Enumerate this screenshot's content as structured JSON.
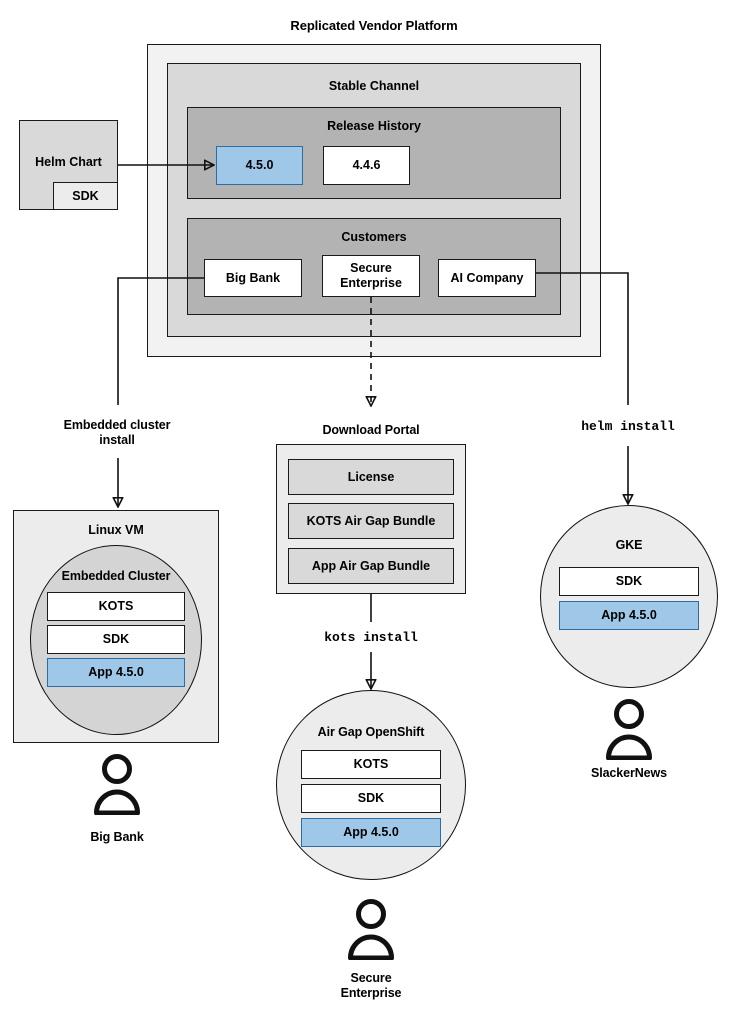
{
  "title": "Replicated Vendor Platform",
  "platform": {
    "channel": {
      "label": "Stable Channel",
      "release_history": {
        "label": "Release History",
        "releases": [
          {
            "version": "4.5.0",
            "state": "current",
            "color": "#9fc8e8"
          },
          {
            "version": "4.4.6",
            "state": "previous",
            "color": "#ffffff"
          }
        ]
      },
      "customers": {
        "label": "Customers",
        "items": [
          {
            "name": "Big Bank"
          },
          {
            "name": "Secure\nEnterprise",
            "line1": "Secure",
            "line2": "Enterprise"
          },
          {
            "name": "AI Company"
          }
        ]
      }
    }
  },
  "helm_chart": {
    "label": "Helm Chart",
    "sdk_label": "SDK"
  },
  "download_portal": {
    "label": "Download Portal",
    "artifacts": [
      {
        "label": "License"
      },
      {
        "label": "KOTS Air Gap Bundle"
      },
      {
        "label": "App Air Gap Bundle"
      }
    ]
  },
  "install_paths": {
    "embedded": {
      "line1": "Embedded cluster",
      "line2": "install",
      "mono": false
    },
    "kots": {
      "label": "kots install",
      "mono": true
    },
    "helm": {
      "label": "helm install",
      "mono": true
    }
  },
  "targets": {
    "linux_vm": {
      "label": "Linux VM",
      "cluster_label": "Embedded Cluster",
      "components": [
        {
          "label": "KOTS",
          "color": "#ffffff"
        },
        {
          "label": "SDK",
          "color": "#ffffff"
        },
        {
          "label": "App 4.5.0",
          "color": "#9fc8e8"
        }
      ],
      "actor": "Big Bank"
    },
    "air_gap_openshift": {
      "label": "Air Gap OpenShift",
      "components": [
        {
          "label": "KOTS",
          "color": "#ffffff"
        },
        {
          "label": "SDK",
          "color": "#ffffff"
        },
        {
          "label": "App 4.5.0",
          "color": "#9fc8e8"
        }
      ],
      "actor_line1": "Secure",
      "actor_line2": "Enterprise"
    },
    "gke": {
      "label": "GKE",
      "components": [
        {
          "label": "SDK",
          "color": "#ffffff"
        },
        {
          "label": "App 4.5.0",
          "color": "#9fc8e8"
        }
      ],
      "actor": "SlackerNews"
    }
  },
  "colors": {
    "accent_blue_fill": "#9fc8e8",
    "accent_blue_border": "#2e6ca4",
    "accent_blue_text": "#11395c",
    "platform_fill": "#f2f2f2",
    "channel_fill": "#d9d9d9",
    "section_fill": "#b3b3b3",
    "stroke": "#111111"
  }
}
